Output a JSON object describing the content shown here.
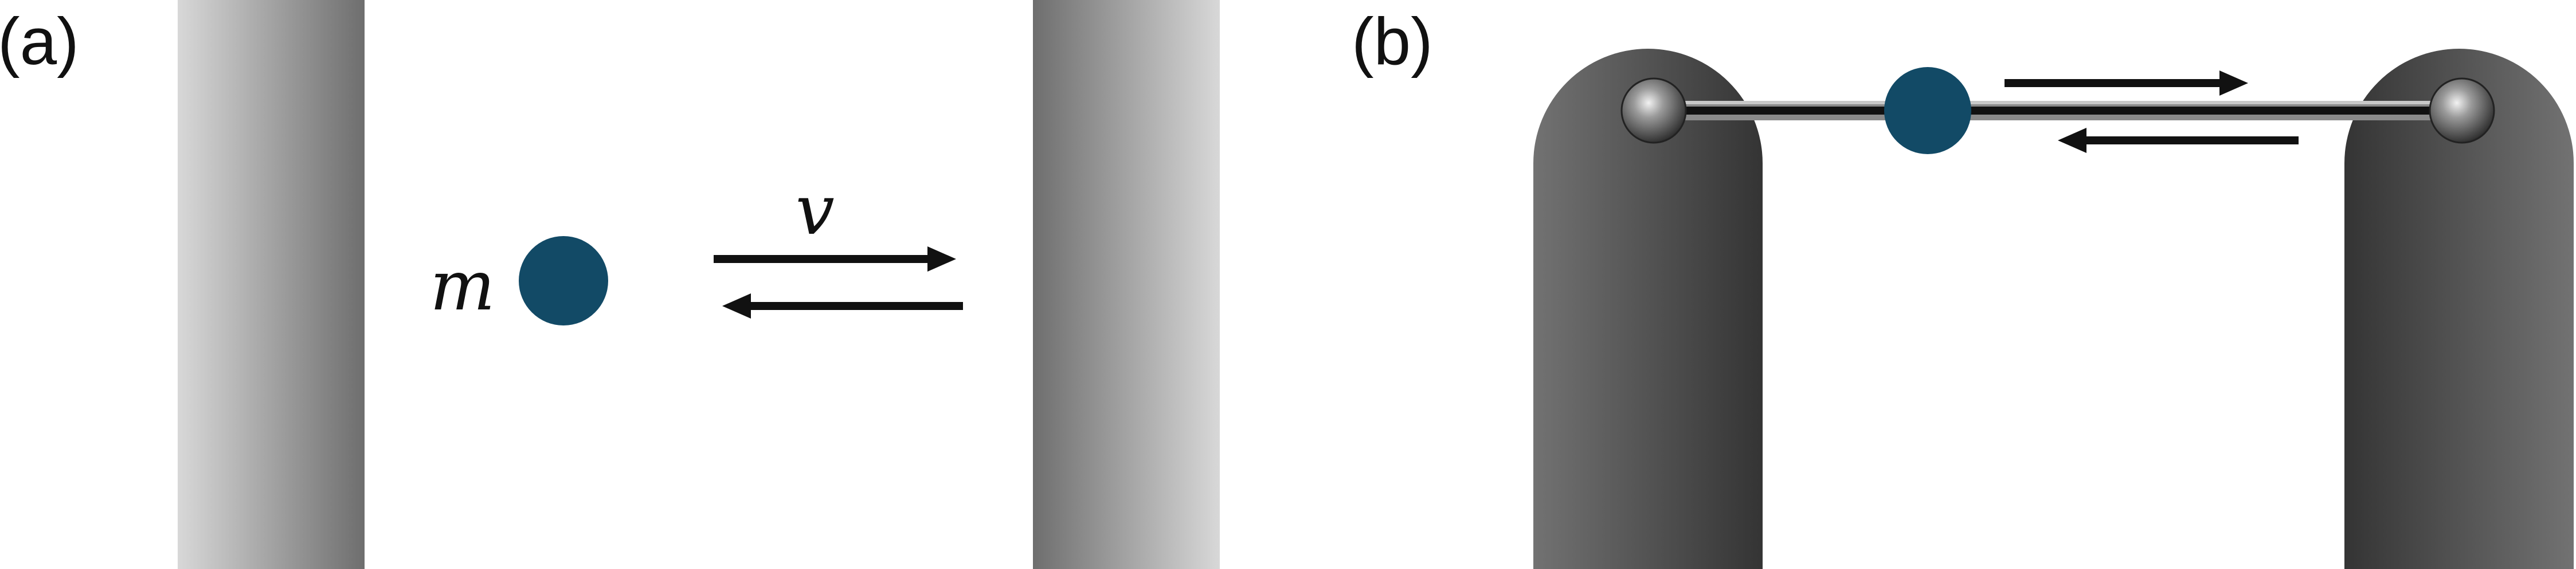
{
  "panel_a": {
    "label": "(a)",
    "mass_label": "m",
    "velocity_label": "v"
  },
  "panel_b": {
    "label": "(b)"
  },
  "colors": {
    "particle": "#124a66",
    "arrow": "#111111",
    "wall_light": "#d6d6d6",
    "wall_dark": "#6f6f6f",
    "post_light": "#707070",
    "post_dark": "#383838"
  },
  "icons": [
    "particle",
    "wall",
    "arrow-right",
    "arrow-left",
    "post",
    "anchor-ball",
    "wire"
  ]
}
